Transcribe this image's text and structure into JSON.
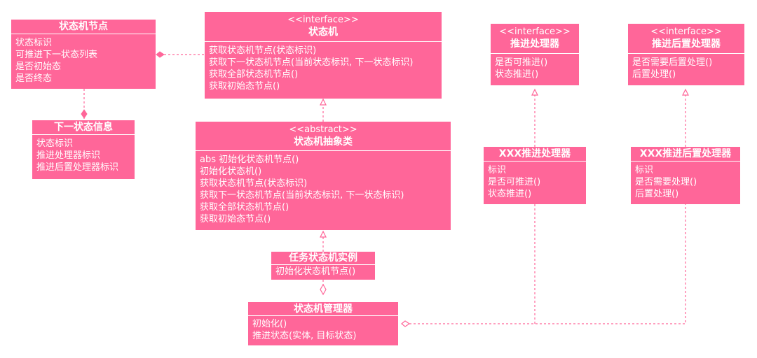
{
  "colors": {
    "box_fill": "#ff6699",
    "text": "#ffffff",
    "line": "#ff6699"
  },
  "boxes": {
    "state_node": {
      "name": "状态机节点",
      "attrs": [
        "状态标识",
        "可推进下一状态列表",
        "是否初始态",
        "是否终态"
      ]
    },
    "next_state_info": {
      "name": "下一状态信息",
      "attrs": [
        "状态标识",
        "推进处理器标识",
        "推进后置处理器标识"
      ]
    },
    "state_machine": {
      "stereotype": "<<interface>>",
      "name": "状态机",
      "attrs": [
        "获取状态机节点(状态标识)",
        "获取下一状态机节点(当前状态标识, 下一状态标识)",
        "获取全部状态机节点()",
        "获取初始态节点()"
      ]
    },
    "abstract_sm": {
      "stereotype": "<<abstract>>",
      "name": "状态机抽象类",
      "attrs": [
        "abs 初始化状态机节点()",
        "初始化状态机()",
        "获取状态机节点(状态标识)",
        "获取下一状态机节点(当前状态标识, 下一状态标识)",
        "获取全部状态机节点()",
        "获取初始态节点()"
      ]
    },
    "task_sm": {
      "name": "任务状态机实例",
      "attrs": [
        "初始化状态机节点()"
      ]
    },
    "sm_manager": {
      "name": "状态机管理器",
      "attrs": [
        "初始化()",
        "推进状态(实体, 目标状态)"
      ]
    },
    "advance_iface": {
      "stereotype": "<<interface>>",
      "name": "推进处理器",
      "attrs": [
        "是否可推进()",
        "状态推进()"
      ]
    },
    "post_iface": {
      "stereotype": "<<interface>>",
      "name": "推进后置处理器",
      "attrs": [
        "是否需要后置处理()",
        "后置处理()"
      ]
    },
    "xxx_advance": {
      "name": "XXX推进处理器",
      "attrs": [
        "标识",
        "是否可推进()",
        "状态推进()"
      ]
    },
    "xxx_post": {
      "name": "XXX推进后置处理器",
      "attrs": [
        "标识",
        "是否需要处理()",
        "后置处理()"
      ]
    }
  }
}
